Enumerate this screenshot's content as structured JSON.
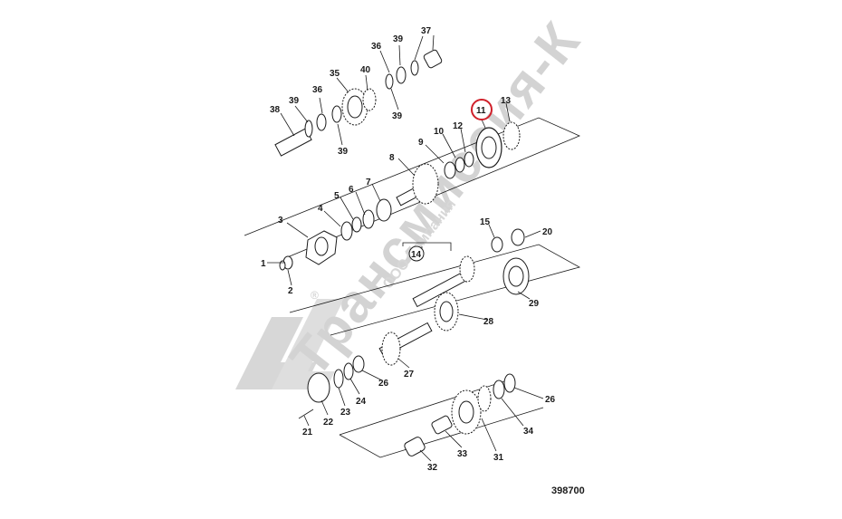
{
  "diagram": {
    "drawing_number": "398700",
    "highlight_color": "#d0202a",
    "watermark_color": "#b0b0b0",
    "highlighted_part": "11",
    "watermark_text": "Трансмиссия-К",
    "watermark_subtext": "ООО Компания",
    "registered_mark": "®",
    "parts": [
      "1",
      "2",
      "3",
      "4",
      "5",
      "6",
      "7",
      "8",
      "9",
      "10",
      "11",
      "12",
      "13",
      "14",
      "15",
      "20",
      "21",
      "22",
      "23",
      "24",
      "26",
      "26",
      "27",
      "28",
      "29",
      "31",
      "32",
      "33",
      "34",
      "35",
      "36",
      "36",
      "37",
      "38",
      "39",
      "39",
      "39",
      "39",
      "40"
    ]
  }
}
